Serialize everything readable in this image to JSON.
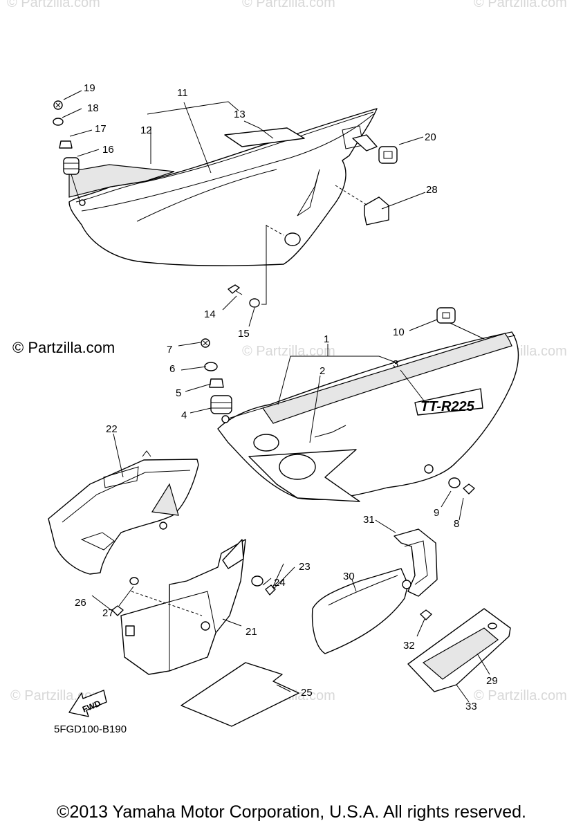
{
  "watermark": "© Partzilla.com",
  "brand": "© Partzilla.com",
  "diagram_code": "5FGD100-B190",
  "fwd_label": "FWD",
  "decal_text": "TT-R225",
  "copyright": "©2013 Yamaha Motor Corporation, U.S.A. All rights reserved.",
  "callouts": [
    "1",
    "2",
    "3",
    "4",
    "5",
    "6",
    "7",
    "8",
    "9",
    "10",
    "11",
    "12",
    "13",
    "14",
    "15",
    "16",
    "17",
    "18",
    "19",
    "20",
    "21",
    "22",
    "23",
    "24",
    "25",
    "26",
    "27",
    "28",
    "29",
    "30",
    "31",
    "32",
    "33"
  ]
}
